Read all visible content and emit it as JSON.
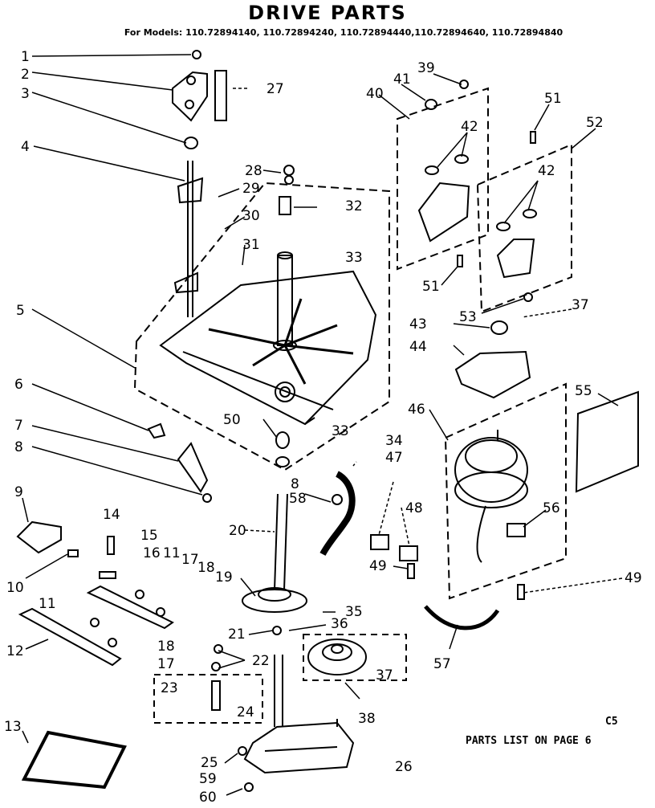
{
  "title": "DRIVE PARTS",
  "subtitle": "For Models: 110.72894140, 110.72894240, 110.72894440,110.72894640, 110.72894840",
  "footer": {
    "code": "C5",
    "note": "PARTS LIST ON PAGE 6"
  },
  "callouts": [
    "1",
    "2",
    "3",
    "4",
    "5",
    "6",
    "7",
    "8",
    "9",
    "10",
    "11",
    "11",
    "12",
    "13",
    "14",
    "15",
    "16",
    "17",
    "17",
    "18",
    "18",
    "19",
    "20",
    "21",
    "22",
    "23",
    "24",
    "25",
    "26",
    "27",
    "28",
    "29",
    "30",
    "31",
    "32",
    "33",
    "33",
    "34",
    "36",
    "35",
    "37",
    "37",
    "38",
    "39",
    "40",
    "41",
    "42",
    "42",
    "43",
    "44",
    "46",
    "47",
    "48",
    "49",
    "49",
    "50",
    "51",
    "51",
    "52",
    "53",
    "55",
    "56",
    "57",
    "58",
    "59",
    "60",
    "8"
  ]
}
